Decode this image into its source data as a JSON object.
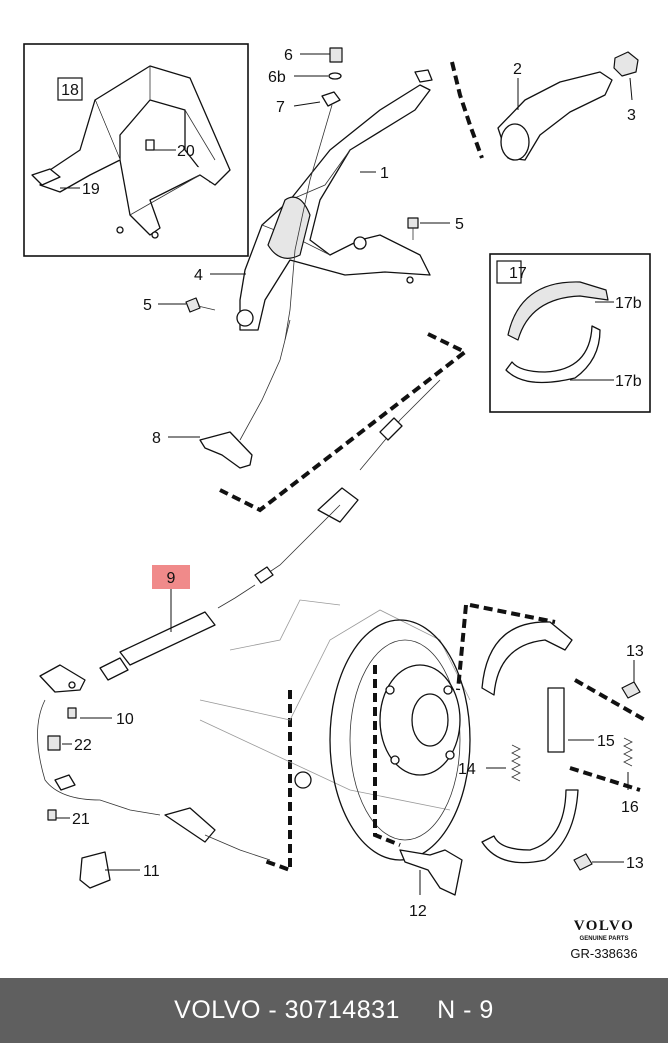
{
  "callouts": {
    "c1": "1",
    "c2": "2",
    "c3": "3",
    "c4": "4",
    "c5a": "5",
    "c5b": "5",
    "c6": "6",
    "c6b": "6b",
    "c7": "7",
    "c8": "8",
    "c9": "9",
    "c10": "10",
    "c11": "11",
    "c12": "12",
    "c13a": "13",
    "c13b": "13",
    "c14": "14",
    "c15": "15",
    "c16": "16",
    "c17": "17",
    "c17b_a": "17b",
    "c17b_b": "17b",
    "c18": "18",
    "c19": "19",
    "c20": "20",
    "c21": "21",
    "c22": "22"
  },
  "brand": {
    "logo": "VOLVO",
    "tagline": "GENUINE PARTS",
    "ref": "GR-338636"
  },
  "highlight_color": "#f08a8a",
  "footer": {
    "text": "VOLVO - 30714831     N - 9"
  }
}
